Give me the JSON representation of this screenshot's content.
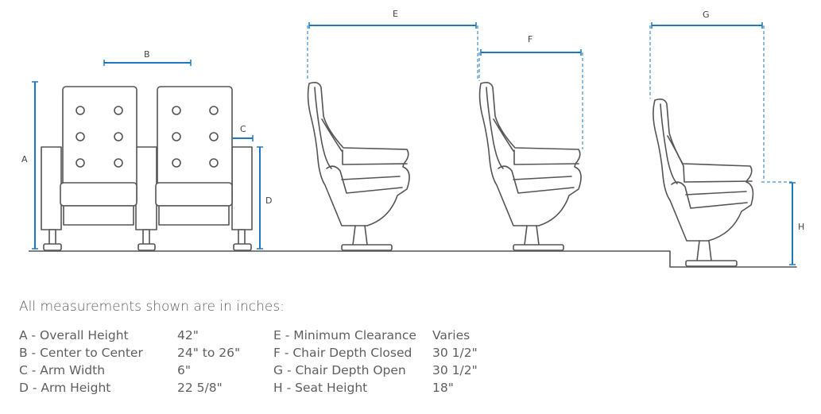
{
  "labels": {
    "A": "A",
    "B": "B",
    "C": "C",
    "D": "D",
    "E": "E",
    "F": "F",
    "G": "G",
    "H": "H"
  },
  "note": "All measurements shown are in inches:",
  "specs": [
    {
      "label": "A - Overall Height",
      "value": "42\""
    },
    {
      "label": "B - Center to Center",
      "value": "24\" to 26\""
    },
    {
      "label": "C - Arm Width",
      "value": "6\""
    },
    {
      "label": "D - Arm Height",
      "value": "22 5/8\""
    },
    {
      "label": "E - Minimum Clearance",
      "value": "Varies"
    },
    {
      "label": "F - Chair Depth Closed",
      "value": "30 1/2\""
    },
    {
      "label": "G - Chair Depth Open",
      "value": "30 1/2\""
    },
    {
      "label": "H - Seat Height",
      "value": "18\""
    }
  ],
  "colors": {
    "line": "#555555",
    "dimension": "#1e78c2",
    "text": "#5f5f5f"
  }
}
